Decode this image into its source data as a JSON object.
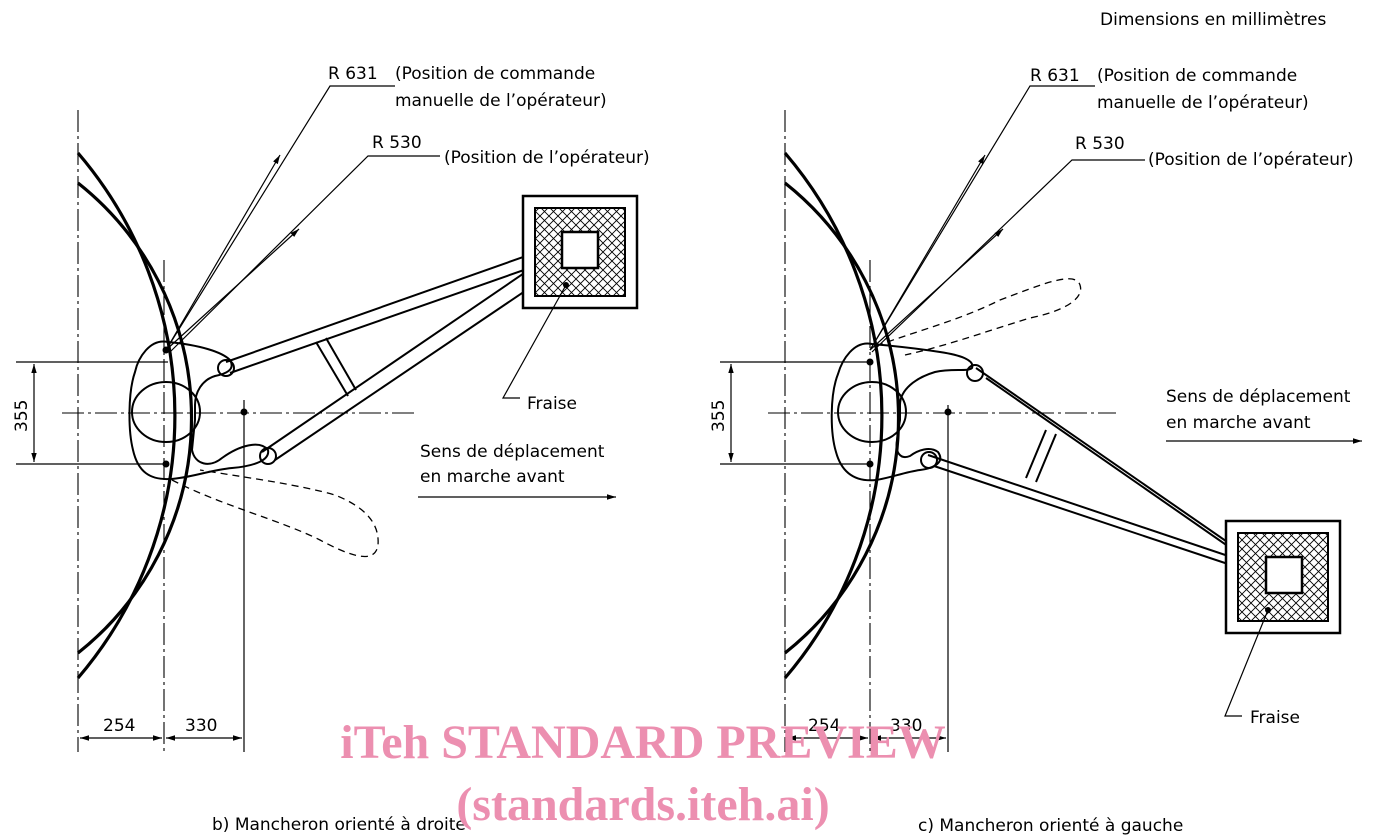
{
  "header": {
    "units": "Dimensions en millimètres"
  },
  "left": {
    "r631": "R 631",
    "r631_desc_1": "(Position de commande",
    "r631_desc_2": "manuelle de l’opérateur)",
    "r530": "R 530",
    "r530_desc": "(Position de l’opérateur)",
    "cutter": "Fraise",
    "direction_1": "Sens de déplacement",
    "direction_2": "en marche avant",
    "dim_vertical": "355",
    "dim_left": "254",
    "dim_right": "330",
    "caption": "b)  Mancheron orienté à droite"
  },
  "right": {
    "r631": "R 631",
    "r631_desc_1": "(Position de commande",
    "r631_desc_2": "manuelle de l’opérateur)",
    "r530": "R 530",
    "r530_desc": "(Position de l’opérateur)",
    "cutter": "Fraise",
    "direction_1": "Sens de déplacement",
    "direction_2": "en marche avant",
    "dim_vertical": "355",
    "dim_left": "254",
    "dim_right": "330",
    "caption": "c)  Mancheron orienté à gauche"
  },
  "watermark": {
    "line1": "iTeh STANDARD PREVIEW",
    "line2": "(standards.iteh.ai)"
  }
}
